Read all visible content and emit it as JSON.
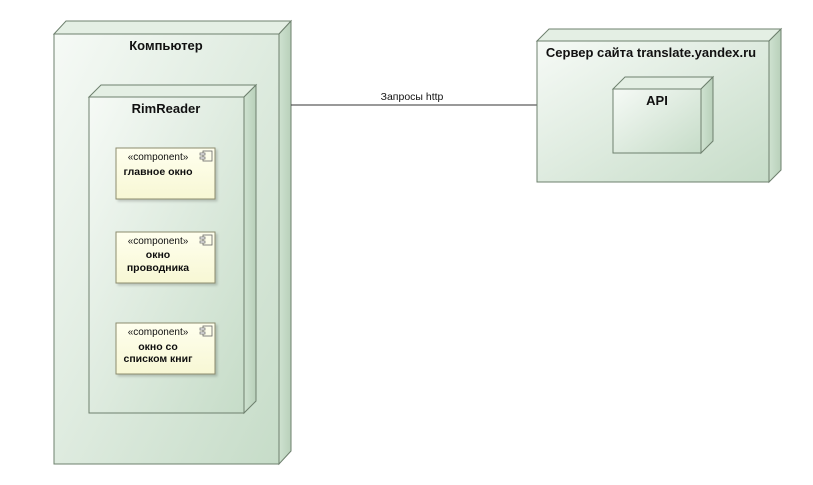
{
  "nodes": {
    "computer": {
      "title": "Компьютер"
    },
    "rimreader": {
      "title": "RimReader"
    },
    "server": {
      "title": "Сервер сайта translate.yandex.ru"
    },
    "api": {
      "title": "API"
    }
  },
  "components": [
    {
      "stereotype": "«component»",
      "name_lines": [
        "главное окно"
      ]
    },
    {
      "stereotype": "«component»",
      "name_lines": [
        "окно",
        "проводника"
      ]
    },
    {
      "stereotype": "«component»",
      "name_lines": [
        "окно со",
        "списком книг"
      ]
    }
  ],
  "connector": {
    "label": "Запросы http"
  },
  "colors": {
    "node_fill_light": "#f4f9f4",
    "node_fill_dark": "#c9dfcb",
    "node_stroke": "#5f6f5f",
    "component_fill": "#ffffe6",
    "component_stroke": "#8c8c6e"
  }
}
